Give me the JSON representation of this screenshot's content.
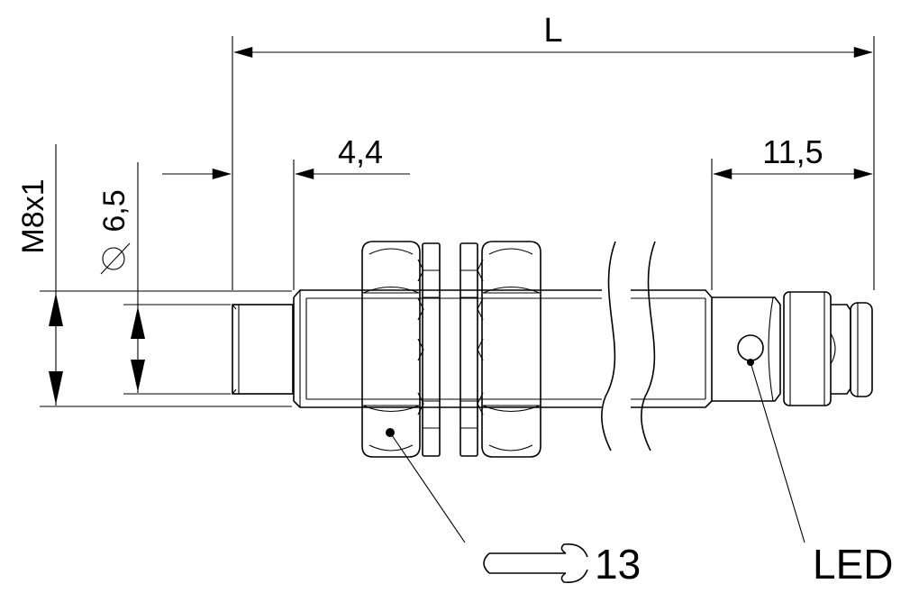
{
  "dimensions": {
    "length": "L",
    "sensing_face": "4,4",
    "connector": "11,5",
    "thread": "M8x1",
    "diameter": "6,5"
  },
  "callouts": {
    "wrench_size": "13",
    "led": "LED"
  },
  "symbols": {
    "diameter": "diameter-icon",
    "wrench": "wrench-icon"
  }
}
